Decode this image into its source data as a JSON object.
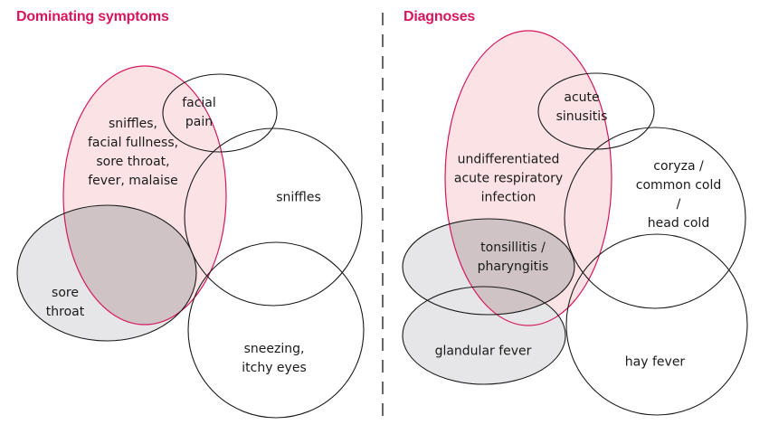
{
  "colors": {
    "accent": "#d6175c",
    "pink_fill": "#fbe3e5",
    "grey_fill": "#e6e6e8",
    "overlap_fill": "#cfc3c5",
    "outline": "#1a1a1a",
    "divider": "#333333"
  },
  "left_panel": {
    "title": "Dominating symptoms",
    "labels": {
      "main": "sniffles,\nfacial fullness,\nsore throat,\nfever, malaise",
      "facial_pain": "facial\npain",
      "sniffles": "sniffles",
      "sore_throat": "sore\nthroat",
      "sneezing": "sneezing,\nitchy eyes"
    }
  },
  "right_panel": {
    "title": "Diagnoses",
    "labels": {
      "urti": "undifferentiated\nacute respiratory\ninfection",
      "sinusitis": "acute\nsinusitis",
      "coryza": "coryza /\ncommon cold /\nhead cold",
      "tonsillitis": "tonsillitis /\npharyngitis",
      "glandular": "glandular fever",
      "hay_fever": "hay fever"
    }
  }
}
